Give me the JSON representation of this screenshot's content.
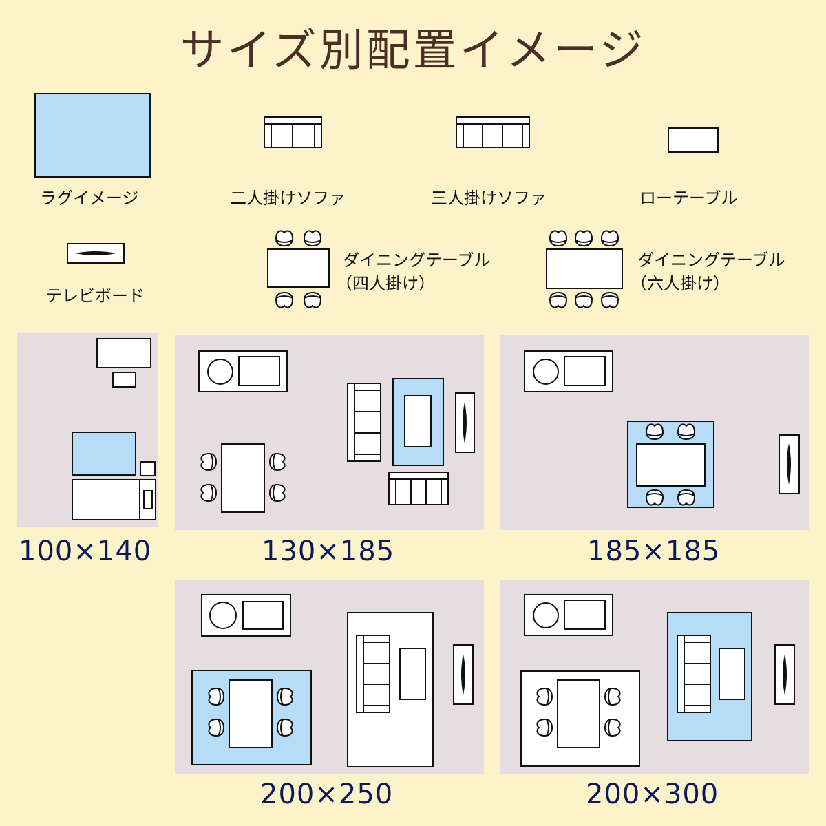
{
  "title": "サイズ別配置イメージ",
  "legend": {
    "rug": "ラグイメージ",
    "sofa2": "二人掛けソファ",
    "sofa3": "三人掛けソファ",
    "low_table": "ローテーブル",
    "tv_board": "テレビボード",
    "dining4_line1": "ダイニングテーブル",
    "dining4_line2": "（四人掛け）",
    "dining6_line1": "ダイニングテーブル",
    "dining6_line2": "（六人掛け）"
  },
  "sizes": {
    "s100x140": "100×140",
    "s130x185": "130×185",
    "s185x185": "185×185",
    "s200x250": "200×250",
    "s200x300": "200×300"
  },
  "colors": {
    "background": "#fdf3cb",
    "room": "#e6dde0",
    "rug": "#b6dcf8",
    "title": "#4b2e24",
    "caption": "#0c1a5a"
  }
}
